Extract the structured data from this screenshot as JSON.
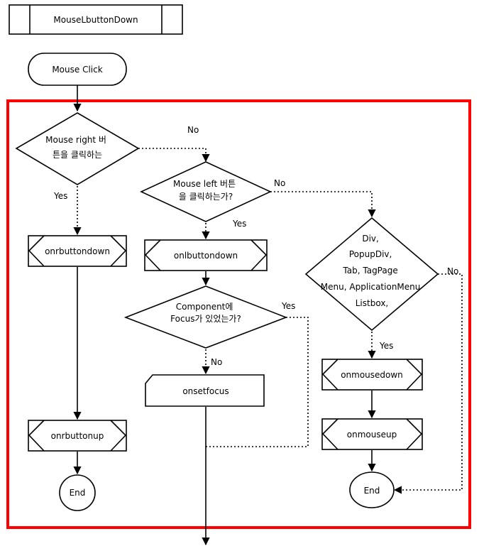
{
  "header": {
    "title": "MouseLbuttonDown"
  },
  "start": {
    "label": "Mouse Click"
  },
  "decisions": {
    "right_click": [
      "Mouse right  버",
      "튼을 클릭하는"
    ],
    "left_click": [
      "Mouse left  버튼",
      "을 클릭하는가?"
    ],
    "component_focus": [
      "Component에",
      "Focus가  있었는가?"
    ],
    "container": [
      "Div,",
      "PopupDiv,",
      "Tab, TagPage",
      "Menu, ApplicationMenu",
      "Listbox,"
    ]
  },
  "processes": {
    "onrbuttondown": "onrbuttondown",
    "onrbuttonup": "onrbuttonup",
    "onlbuttondown": "onlbuttondown",
    "onsetfocus": "onsetfocus",
    "onmousedown": "onmousedown",
    "onmouseup": "onmouseup"
  },
  "terminals": {
    "end_left": "End",
    "end_right": "End"
  },
  "edge_labels": {
    "right_no": "No",
    "right_yes": "Yes",
    "left_no": "No",
    "left_yes": "Yes",
    "focus_yes": "Yes",
    "focus_no": "No",
    "container_yes": "Yes",
    "container_no": "No"
  },
  "colors": {
    "highlight_frame": "#ff0000",
    "stroke": "#000000",
    "fill": "#ffffff"
  }
}
